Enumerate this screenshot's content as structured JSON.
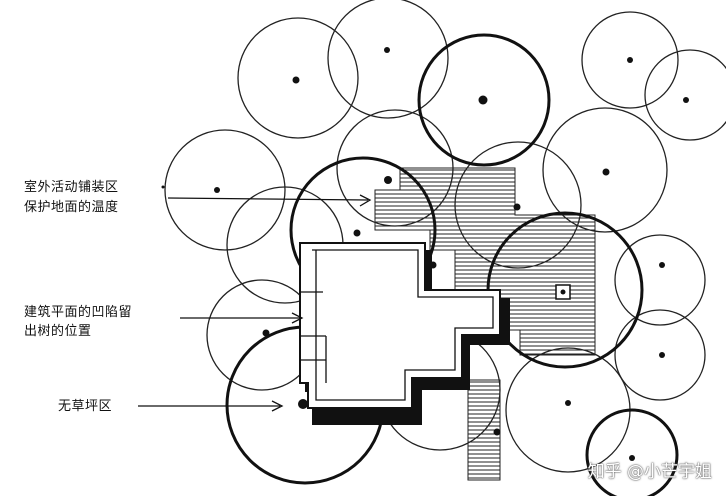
{
  "annotations": {
    "paving_line1": "室外活动铺装区",
    "paving_line2": "保护地面的温度",
    "recess_line1": "建筑平面的凹陷留",
    "recess_line2": "出树的位置",
    "lawn": "无草坪区"
  },
  "watermark": "知乎 @小芒宇姐"
}
